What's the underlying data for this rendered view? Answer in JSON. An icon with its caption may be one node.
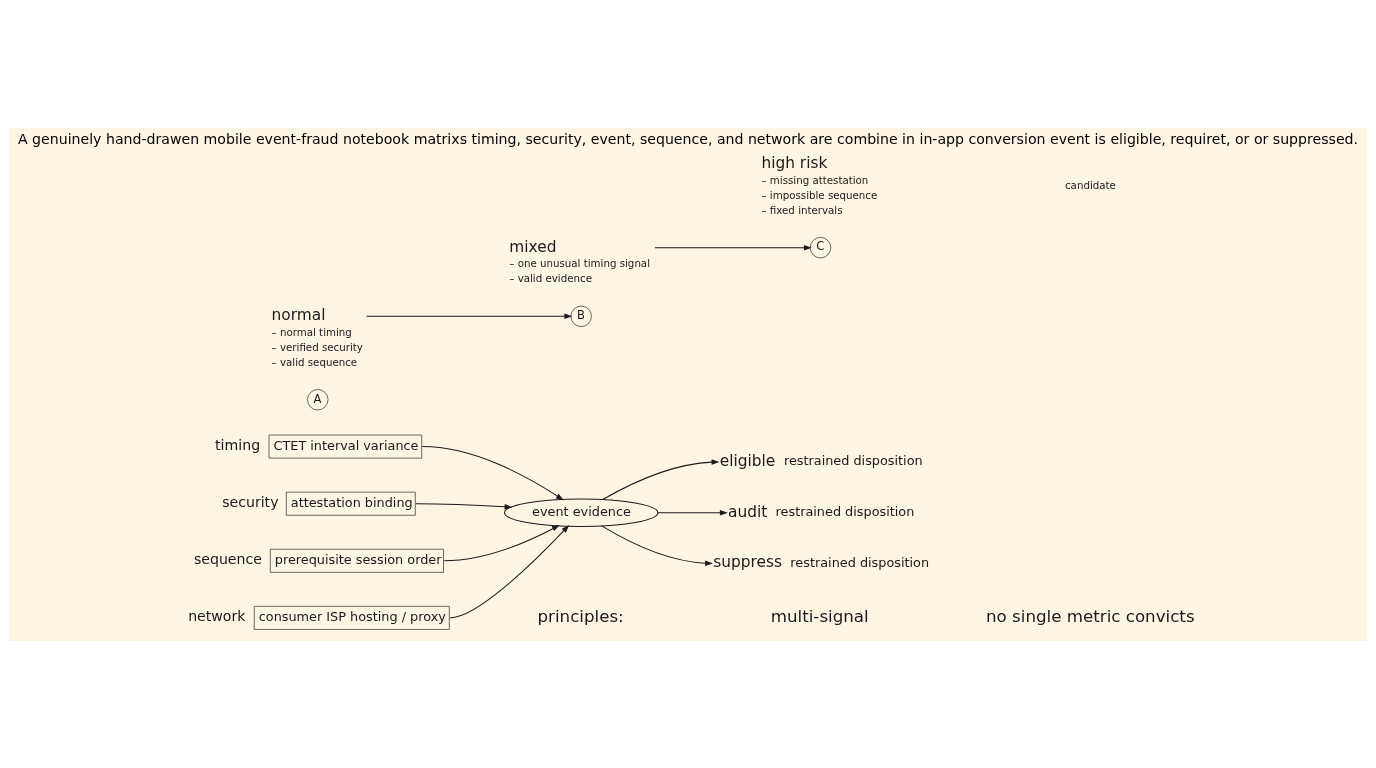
{
  "diagram": {
    "title": "A genuinely hand-drawen mobile event-fraud notebook matrixs timing, security, event, sequence, and network are combine in in-app conversion event is eligible, requiret, or or suppressed.",
    "nodes": [
      {
        "text": [
          "CTET interval variance"
        ],
        "beside": [
          "timing"
        ]
      },
      {
        "text": [
          "attestation binding"
        ],
        "beside": [
          "security"
        ]
      },
      {
        "text": [
          "prerequisite session order"
        ],
        "beside": [
          "sequence"
        ]
      },
      {
        "text": [
          "consumer ISP hosting / proxy"
        ],
        "beside": [
          "network"
        ]
      },
      {
        "text": [
          "event evidence"
        ]
      },
      {
        "text": [
          "eligible"
        ],
        "beside": [
          "restrained disposition"
        ]
      },
      {
        "text": [
          "audit"
        ],
        "beside": [
          "restrained disposition"
        ]
      },
      {
        "text": [
          "suppress"
        ],
        "beside": [
          "restrained disposition"
        ]
      },
      {
        "text": [
          "A"
        ]
      },
      {
        "text": [
          "normal"
        ],
        "beside": [
          "– normal timing",
          "– verified security",
          "– valid sequence"
        ]
      },
      {
        "text": [
          "B"
        ]
      },
      {
        "text": [
          "mixed"
        ],
        "beside": [
          "– one unusual timing signal",
          "– valid evidence"
        ]
      },
      {
        "text": [
          "C"
        ]
      },
      {
        "text": [
          "high risk"
        ],
        "beside": [
          "– missing attestation",
          "– impossible sequence",
          "– fixed intervals"
        ]
      }
    ],
    "edges": [
      {
        "from": 0,
        "to": 4,
        "arrow": "to"
      },
      {
        "from": 1,
        "to": 4,
        "arrow": "to"
      },
      {
        "from": 2,
        "to": 4,
        "arrow": "to"
      },
      {
        "from": 3,
        "to": 4,
        "arrow": "to"
      },
      {
        "from": 4,
        "to": 5,
        "arrow": "to"
      },
      {
        "from": 4,
        "to": 6,
        "arrow": "to"
      },
      {
        "from": 4,
        "to": 7,
        "arrow": "to"
      },
      {
        "from": 9,
        "to": 10,
        "arrow": "to"
      },
      {
        "from": 11,
        "to": 12,
        "arrow": "to"
      }
    ],
    "labels": [
      "candidate",
      "principles:",
      "multi-signal",
      "no single metric convicts"
    ]
  }
}
